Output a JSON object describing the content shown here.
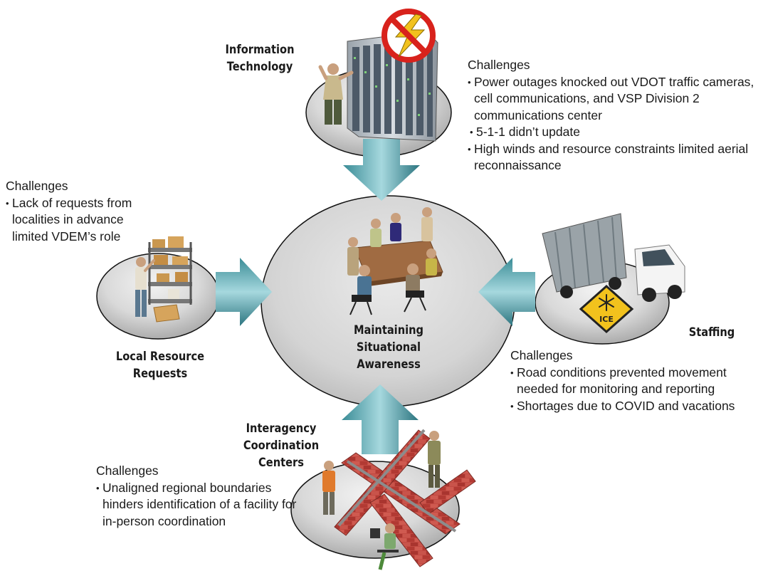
{
  "center": {
    "title_line1": "Maintaining",
    "title_line2": "Situational",
    "title_line3": "Awareness"
  },
  "information_technology": {
    "title_line1": "Information",
    "title_line2": "Technology",
    "heading": "Challenges",
    "bullets": [
      "Power outages knocked out VDOT traffic cameras, cell communications, and VSP Division 2 communications center",
      "5-1-1 didn’t update",
      "High winds and resource constraints limited aerial reconnaissance"
    ]
  },
  "local_resource_requests": {
    "title_line1": "Local Resource",
    "title_line2": "Requests",
    "heading": "Challenges",
    "bullets": [
      "Lack of requests from localities in advance limited VDEM’s role"
    ]
  },
  "staffing": {
    "title": "Staffing",
    "heading": "Challenges",
    "bullets": [
      "Road conditions prevented movement needed for monitoring and reporting",
      "Shortages  due to COVID and vacations"
    ]
  },
  "interagency": {
    "title_line1": "Interagency",
    "title_line2": "Coordination",
    "title_line3": "Centers",
    "heading": "Challenges",
    "bullets": [
      "Unaligned regional boundaries hinders identification of a facility for in-person coordination"
    ]
  },
  "bullet_glyph": "•",
  "ice_sign_text": "ICE",
  "colors": {
    "arrow_light": "#8fcbd2",
    "arrow_dark": "#2f7e88",
    "disc_light": "#e8e8e8",
    "disc_dark": "#a9a9a9",
    "brick": "#b8403a",
    "ice_yellow": "#f2c21d",
    "no_sign_red": "#d8221c"
  }
}
